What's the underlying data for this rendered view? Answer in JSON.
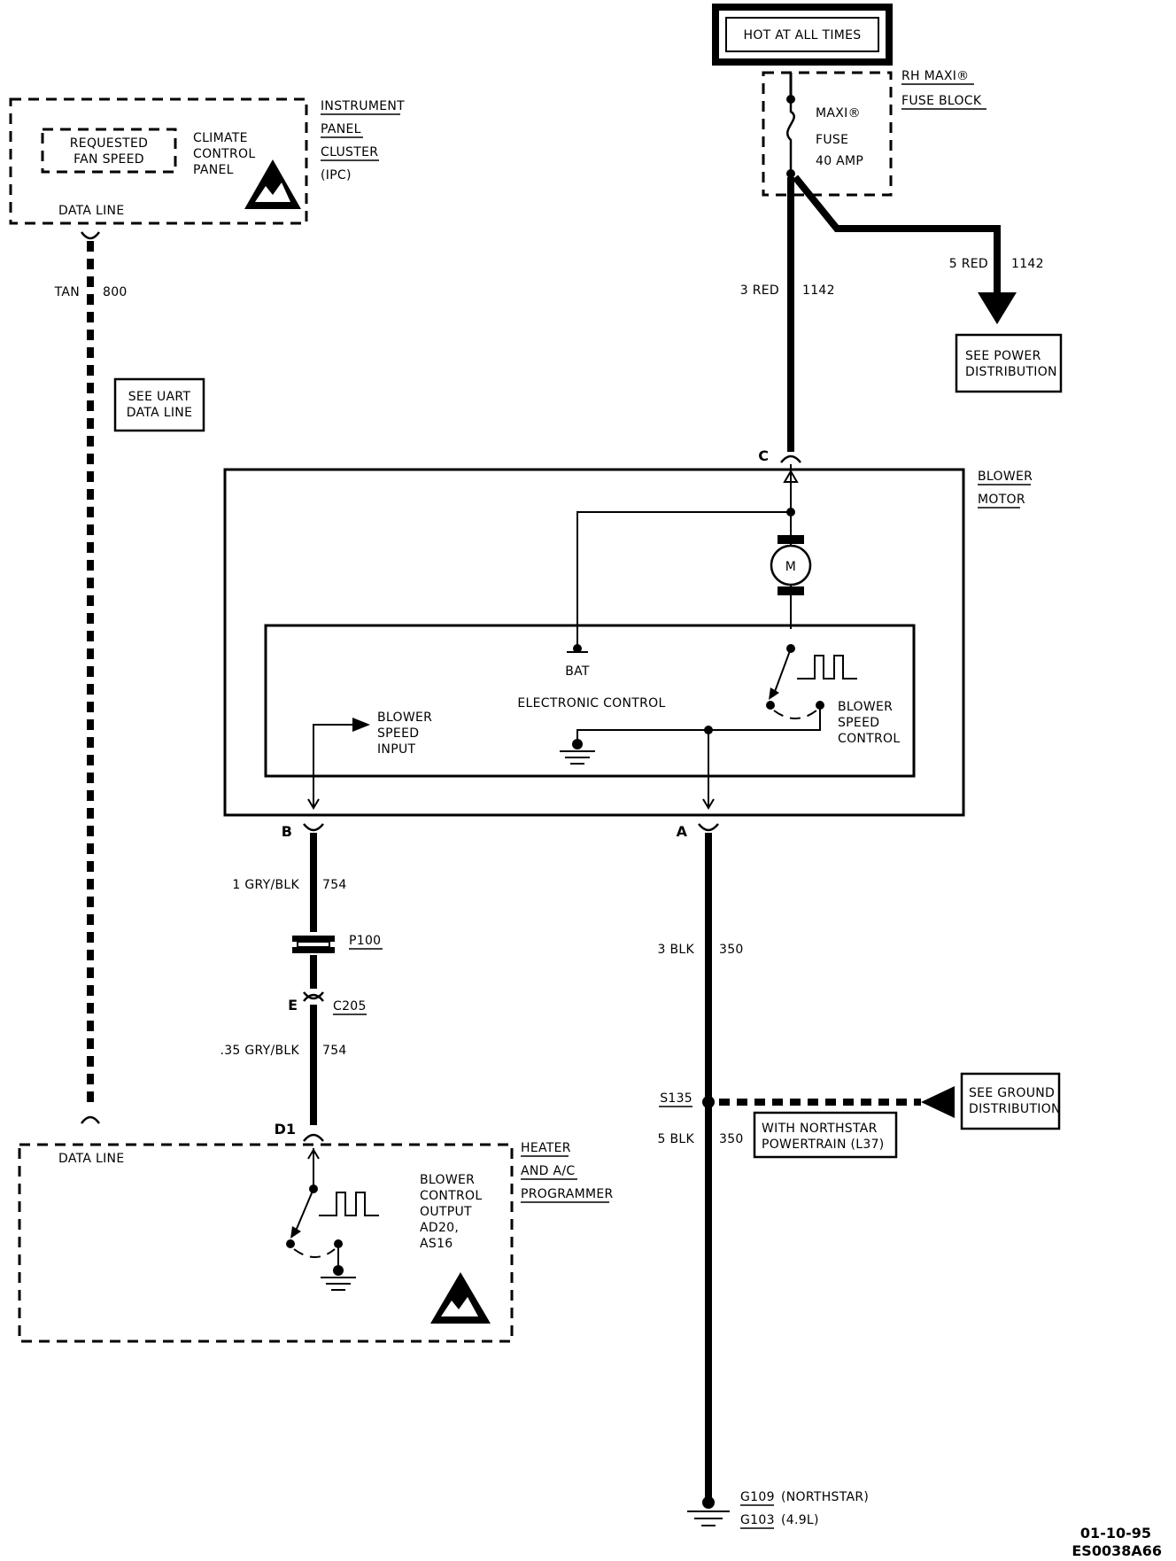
{
  "hot_box": {
    "label": "HOT AT ALL TIMES"
  },
  "fuse_block": {
    "title_line1": "RH MAXI®",
    "title_line2": "FUSE BLOCK",
    "fuse_line1": "MAXI®",
    "fuse_line2": "FUSE",
    "fuse_line3": "40 AMP"
  },
  "ipc": {
    "title_line1": "INSTRUMENT",
    "title_line2": "PANEL",
    "title_line3": "CLUSTER",
    "title_line4": "(IPC)",
    "requested_line1": "REQUESTED",
    "requested_line2": "FAN SPEED",
    "ccp_line1": "CLIMATE",
    "ccp_line2": "CONTROL",
    "ccp_line3": "PANEL",
    "data_line": "DATA LINE"
  },
  "wires": {
    "w800_color": "TAN",
    "w800_num": "800",
    "w1142a_size": "3 RED",
    "w1142a_num": "1142",
    "w1142b_size": "5 RED",
    "w1142b_num": "1142",
    "w754a_size": "1 GRY/BLK",
    "w754a_num": "754",
    "w754b_size": ".35 GRY/BLK",
    "w754b_num": "754",
    "w350a_size": "3 BLK",
    "w350a_num": "350",
    "w350b_size": "5 BLK",
    "w350b_num": "350"
  },
  "refs": {
    "uart_line1": "SEE UART",
    "uart_line2": "DATA LINE",
    "power_line1": "SEE POWER",
    "power_line2": "DISTRIBUTION",
    "ground_line1": "SEE GROUND",
    "ground_line2": "DISTRIBUTION",
    "northstar_line1": "WITH NORTHSTAR",
    "northstar_line2": "POWERTRAIN (L37)"
  },
  "blower_motor": {
    "title_line1": "BLOWER",
    "title_line2": "MOTOR",
    "pin_c": "C",
    "pin_b": "B",
    "pin_a": "A",
    "motor": "M",
    "bat": "BAT",
    "electronic_control": "ELECTRONIC CONTROL",
    "bsi_line1": "BLOWER",
    "bsi_line2": "SPEED",
    "bsi_line3": "INPUT",
    "bsc_line1": "BLOWER",
    "bsc_line2": "SPEED",
    "bsc_line3": "CONTROL"
  },
  "connectors": {
    "p100": "P100",
    "c205": "C205",
    "pin_e": "E",
    "pin_d1": "D1",
    "s135": "S135"
  },
  "programmer": {
    "title_line1": "HEATER",
    "title_line2": "AND A/C",
    "title_line3": "PROGRAMMER",
    "data_line": "DATA LINE",
    "bco_line1": "BLOWER",
    "bco_line2": "CONTROL",
    "bco_line3": "OUTPUT",
    "bco_line4": "AD20,",
    "bco_line5": "AS16"
  },
  "grounds": {
    "g109": "G109",
    "g109_note": "(NORTHSTAR)",
    "g103": "G103",
    "g103_note": "(4.9L)"
  },
  "footer": {
    "date": "01-10-95",
    "code": "ES0038A66"
  }
}
